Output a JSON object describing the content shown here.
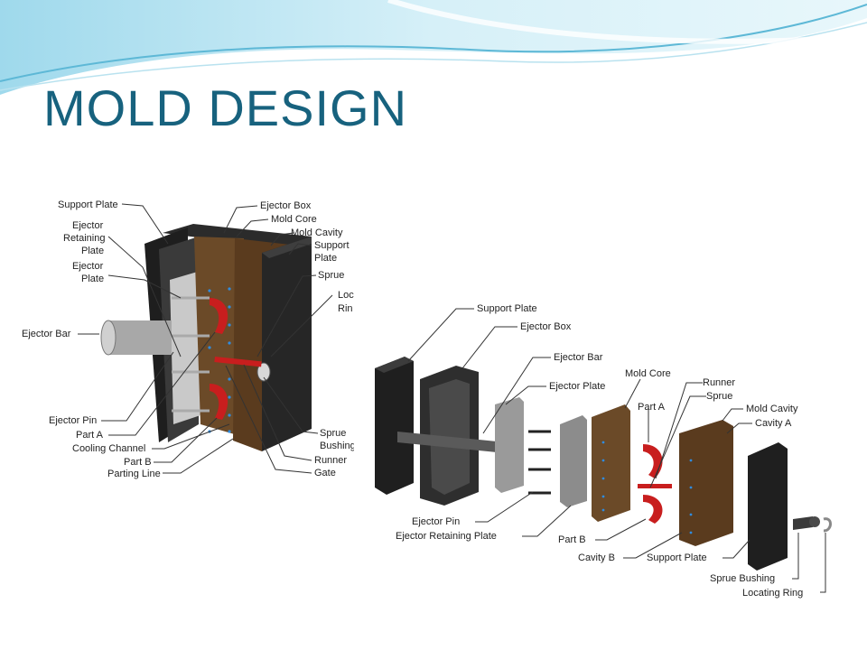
{
  "slide": {
    "title": "MOLD DESIGN"
  },
  "assembled": {
    "labels": {
      "support_plate_top": "Support Plate",
      "ejector_retaining_plate_1": "Ejector",
      "ejector_retaining_plate_2": "Retaining",
      "ejector_retaining_plate_3": "Plate",
      "ejector_plate_1": "Ejector",
      "ejector_plate_2": "Plate",
      "ejector_bar": "Ejector Bar",
      "ejector_pin": "Ejector Pin",
      "part_a": "Part A",
      "cooling_channel": "Cooling Channel",
      "part_b": "Part B",
      "parting_line": "Parting Line",
      "ejector_box": "Ejector Box",
      "mold_core": "Mold Core",
      "mold_cavity": "Mold Cavity",
      "support_plate_right_1": "Support",
      "support_plate_right_2": "Plate",
      "sprue": "Sprue",
      "locating_ring_1": "Locating",
      "locating_ring_2": "Rin",
      "sprue_bushing_1": "Sprue",
      "sprue_bushing_2": "Bushing",
      "runner": "Runner",
      "gate": "Gate"
    }
  },
  "exploded": {
    "labels": {
      "support_plate": "Support Plate",
      "ejector_box": "Ejector Box",
      "ejector_bar": "Ejector Bar",
      "ejector_plate": "Ejector Plate",
      "mold_core": "Mold Core",
      "runner": "Runner",
      "part_a": "Part A",
      "sprue": "Sprue",
      "mold_cavity": "Mold Cavity",
      "cavity_a": "Cavity A",
      "ejector_pin": "Ejector Pin",
      "ejector_retaining_plate": "Ejector Retaining Plate",
      "part_b": "Part B",
      "cavity_b": "Cavity B",
      "support_plate_bottom": "Support Plate",
      "sprue_bushing": "Sprue Bushing",
      "locating_ring": "Locating Ring"
    }
  }
}
